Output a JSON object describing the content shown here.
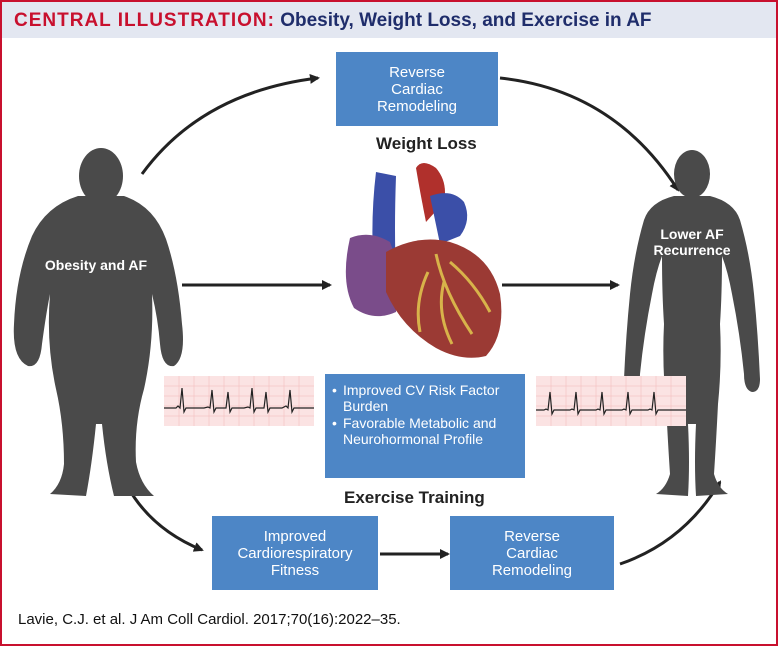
{
  "header": {
    "title_lead": "CENTRAL ILLUSTRATION:",
    "title_rest": "Obesity, Weight Loss, and Exercise in AF"
  },
  "diagram": {
    "top_box": [
      "Reverse",
      "Cardiac",
      "Remodeling"
    ],
    "weight_loss": "Weight Loss",
    "left_person": "Obesity and AF",
    "right_person": [
      "Lower AF",
      "Recurrence"
    ],
    "bullets": [
      "Improved CV Risk Factor Burden",
      "Favorable Metabolic and Neurohormonal Profile"
    ],
    "exercise_training": "Exercise Training",
    "bottom_left_box": [
      "Improved",
      "Cardiorespiratory",
      "Fitness"
    ],
    "bottom_right_box": [
      "Reverse",
      "Cardiac",
      "Remodeling"
    ]
  },
  "citation": "Lavie, C.J. et al. J Am Coll Cardiol. 2017;70(16):2022–35.",
  "colors": {
    "accent_red": "#c8102e",
    "navy": "#1f2d6b",
    "box_blue": "#4d86c6",
    "silhouette": "#4a4a4a",
    "header_bg": "#e3e7f1"
  },
  "icons": [
    "obese-person-silhouette",
    "fit-person-silhouette",
    "heart-illustration",
    "ecg-strip"
  ]
}
